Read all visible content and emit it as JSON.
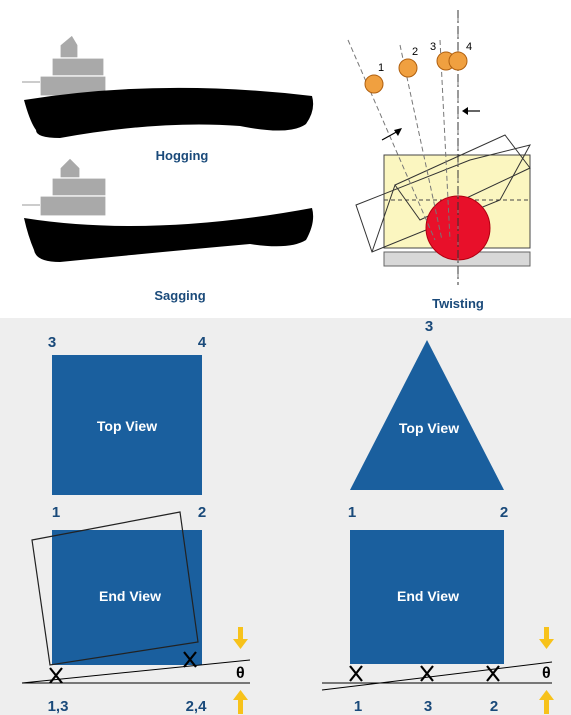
{
  "colors": {
    "hull": "#000000",
    "superstructure": "#a8a8a8",
    "label_blue": "#1a4a7a",
    "box_blue": "#1a5f9e",
    "panel_bg": "#eeeeee",
    "arrow_yellow": "#f7c21a",
    "ball_orange": "#f0a040",
    "cylinder_red": "#e8102a",
    "container_yellow": "#fbf6c0"
  },
  "ships": {
    "hogging_label": "Hogging",
    "sagging_label": "Sagging"
  },
  "twisting": {
    "label": "Twisting",
    "markers": [
      "1",
      "2",
      "3",
      "4"
    ]
  },
  "left_panel": {
    "top_corner_left": "3",
    "top_corner_right": "4",
    "top_view_label": "Top View",
    "end_corner_left": "1",
    "end_corner_right": "2",
    "end_view_label": "End View",
    "bottom_left": "1,3",
    "bottom_right": "2,4",
    "angle_symbol": "θ"
  },
  "right_panel": {
    "apex_label": "3",
    "top_view_label": "Top View",
    "end_corner_left": "1",
    "end_corner_right": "2",
    "end_view_label": "End View",
    "bottom_left": "1",
    "bottom_middle": "3",
    "bottom_right": "2",
    "angle_symbol": "θ"
  }
}
